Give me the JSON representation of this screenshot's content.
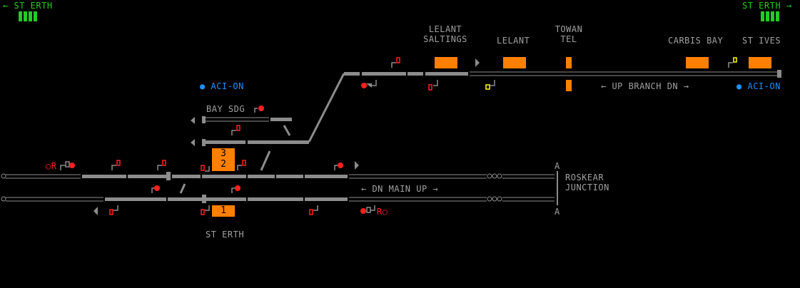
{
  "colors": {
    "track": "#8c8c8c",
    "berth": "#ff8000",
    "signal_red": "#ff2020",
    "signal_yellow": "#ffff00",
    "aci": "#1e90ff",
    "fringe": "#22cc22",
    "text": "#a0a0a0"
  },
  "fringe": {
    "left": {
      "arrow": "←",
      "label": "ST ERTH",
      "bars": 4
    },
    "right": {
      "label": "ST ERTH",
      "arrow": "→",
      "bars": 4
    }
  },
  "stations": {
    "lelant_saltings": [
      "LELANT",
      "SALTINGS"
    ],
    "lelant": "LELANT",
    "towan_tel": [
      "TOWAN",
      "TEL"
    ],
    "carbis_bay": "CARBIS BAY",
    "st_ives": "ST IVES",
    "st_erth": "ST ERTH",
    "roskear": [
      "ROSKEAR",
      "JUNCTION"
    ],
    "bay_sdg": "BAY SDG"
  },
  "aci": {
    "left": "ACI-ON",
    "right": "ACI-ON"
  },
  "direction_labels": {
    "branch": "← UP BRANCH DN →",
    "main": "← DN MAIN UP →"
  },
  "berths": {
    "upper": [
      "3",
      "2"
    ],
    "lower": "1"
  },
  "markers": {
    "junction_top": "A",
    "junction_bottom": "A",
    "route_left": "R",
    "route_right": "R"
  }
}
